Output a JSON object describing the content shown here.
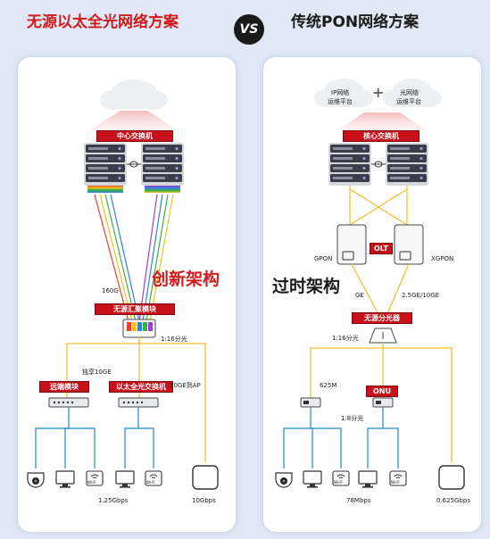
{
  "left": {
    "title": "无源以太全光网络方案",
    "core_switch": "中心交换机",
    "link_160g": "160G",
    "innovation": "创新架构",
    "agg_module": "无源汇聚模块",
    "split_ratio": "1:16分光",
    "exclusive": "独享10GE",
    "remote_module": "远端模块",
    "eth_switch": "以太全光交换机",
    "to_ap": "10GE到AP",
    "wifi_text": "Wi-Fi",
    "speed_low": "1.25Gbps",
    "speed_high": "10Gbps"
  },
  "vs": "VS",
  "right": {
    "title": "传统PON网络方案",
    "ip_cloud": [
      "IP网络",
      "运维平台"
    ],
    "plus": "+",
    "opt_cloud": [
      "光网络",
      "运维平台"
    ],
    "core_switch": "核心交换机",
    "gpon": "GPON",
    "olt": "OLT",
    "xgpon": "XGPON",
    "outdated": "过时架构",
    "ge": "GE",
    "ge_mix": "2.5GE/10GE",
    "splitter": "无源分光器",
    "split_16": "1:16分光",
    "onu": "ONU",
    "m625": "625M",
    "split_8": "1:8分光",
    "wifi_text": "Wi-Fi",
    "speed_78": "78Mbps",
    "speed_0625": "0.625Gbps"
  },
  "colors": {
    "accent_red": "#d21a1a",
    "label_red": "#c8101a",
    "fiber_yellow": "#f0c030",
    "cable_blue": "#1e88d8",
    "panel_bg": "#ffffff",
    "page_bg": "#dfe8f4"
  }
}
